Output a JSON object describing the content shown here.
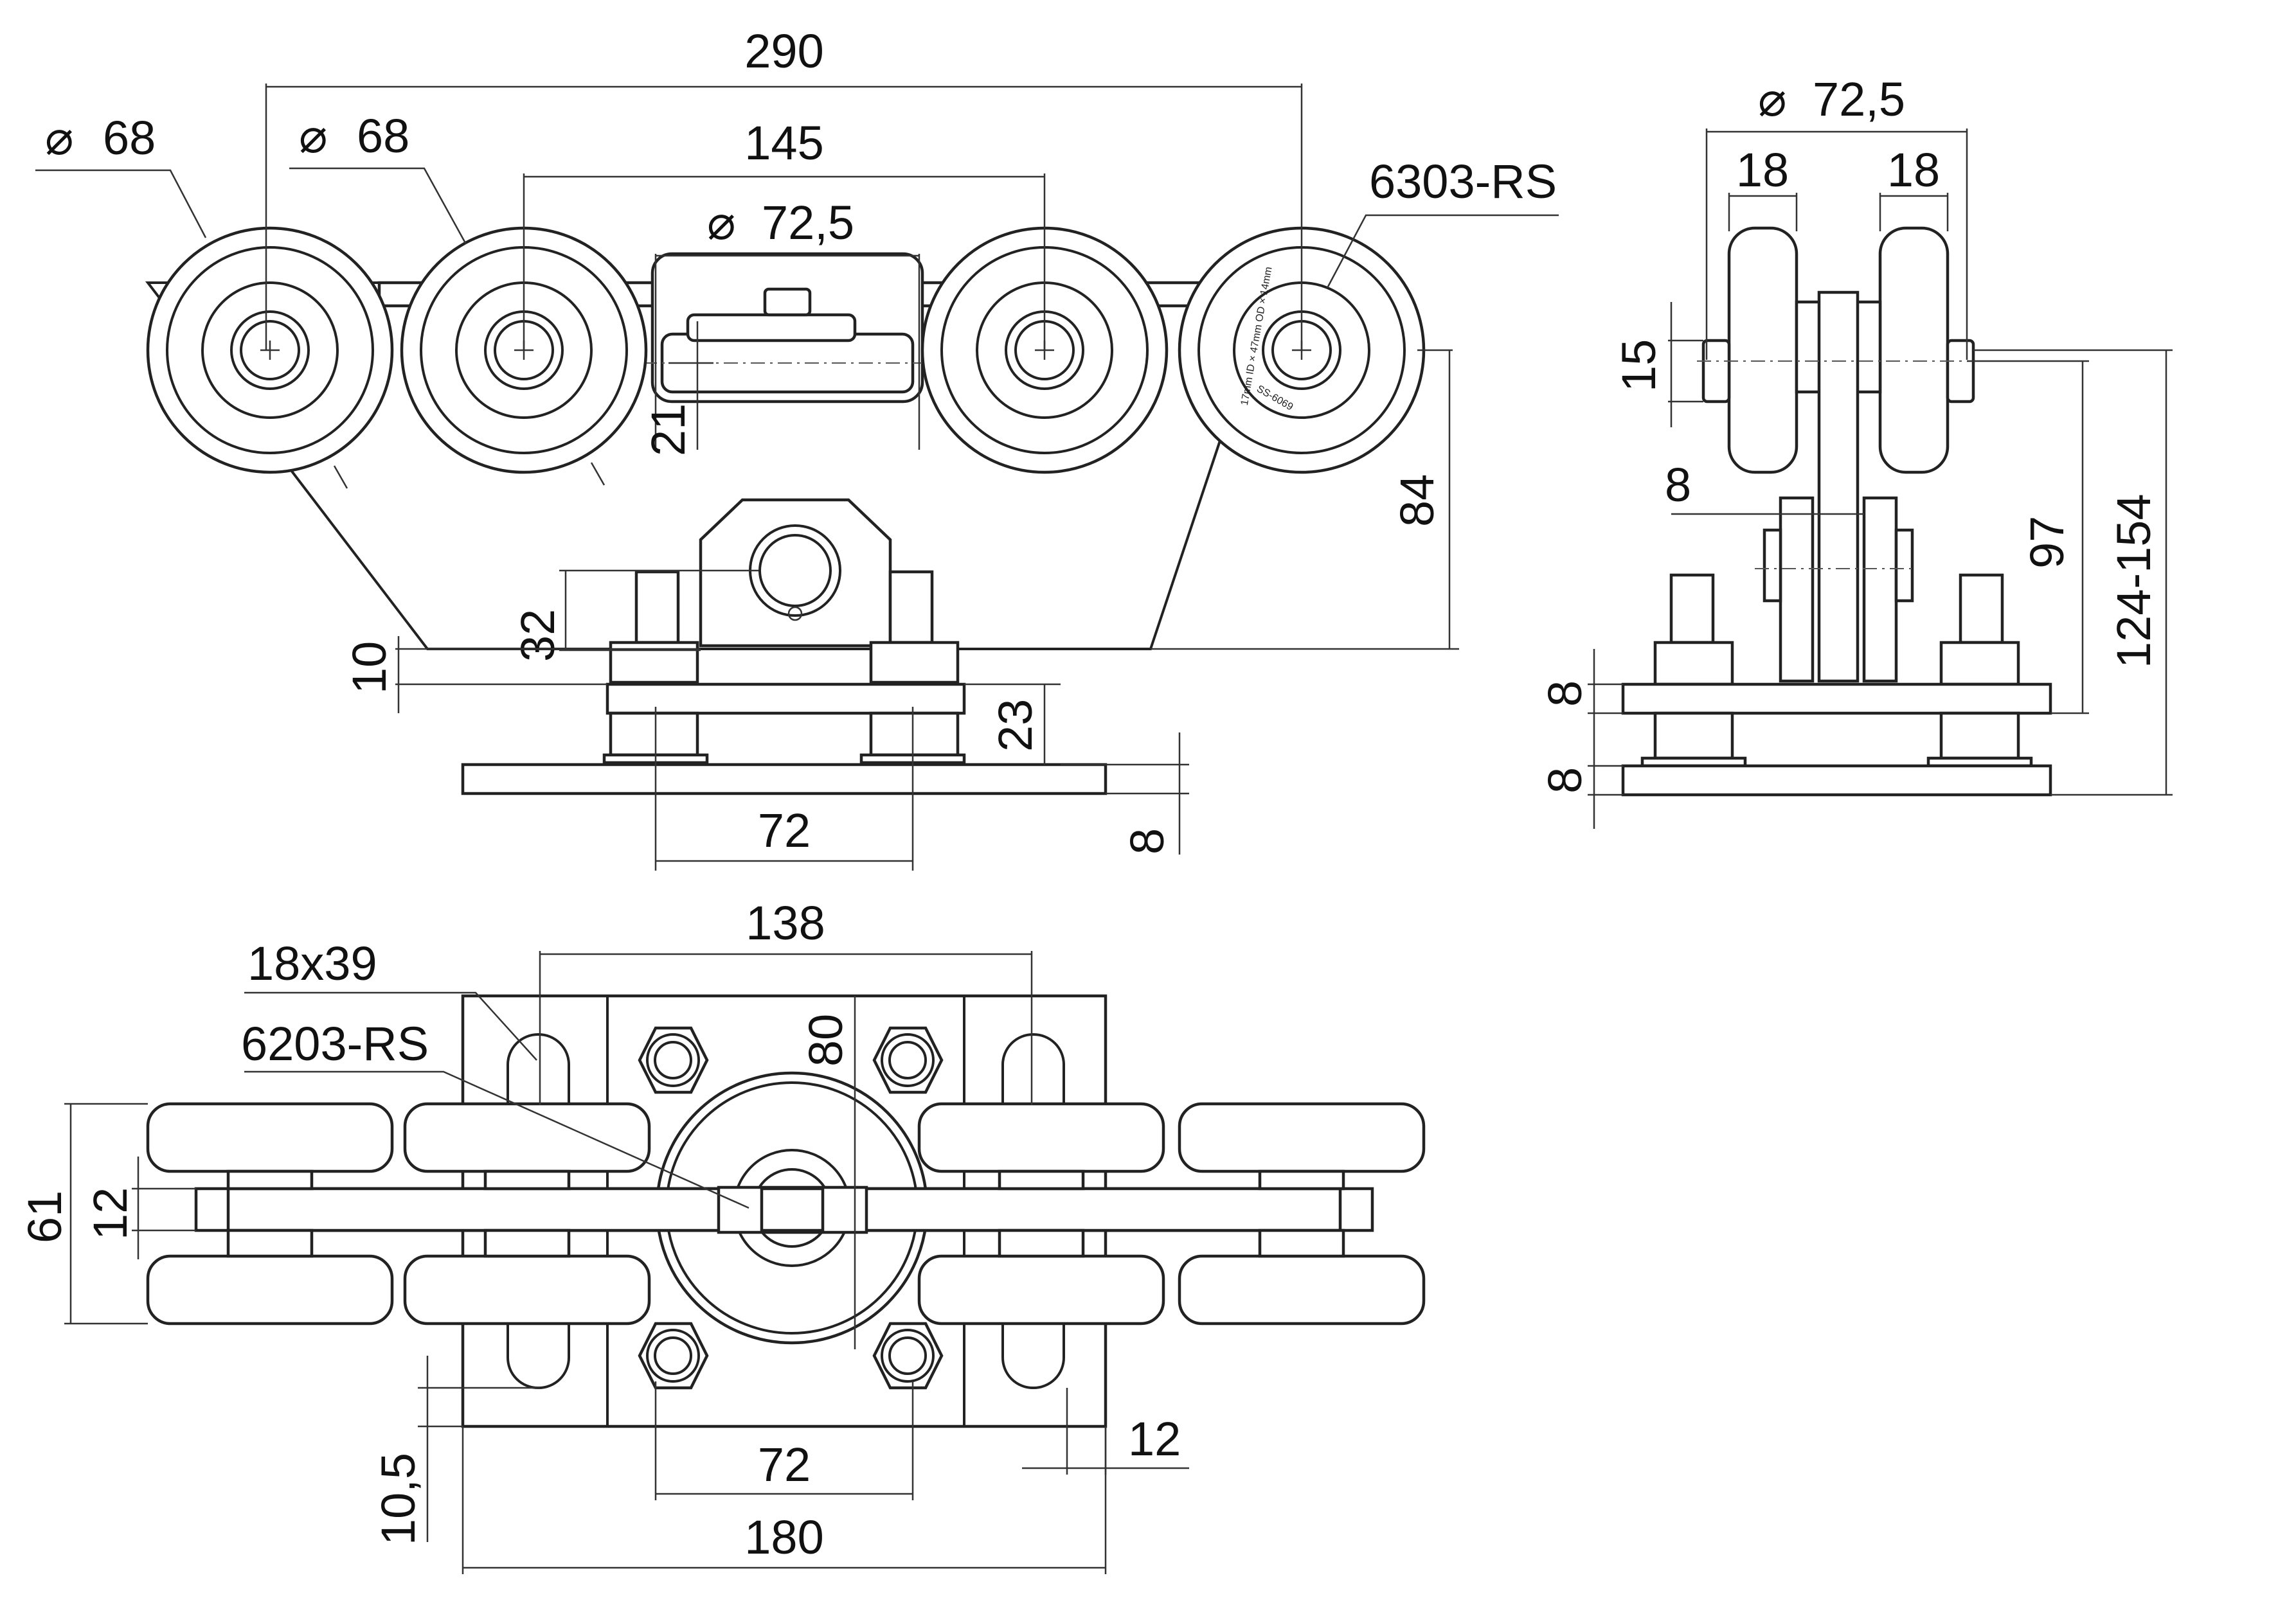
{
  "dimensions": {
    "top_dia_left": "68",
    "top_dia_second": "68",
    "top_overall_290": "290",
    "top_span_145": "145",
    "top_dia_center": "72,5",
    "top_bearing": "6303-RS",
    "top_21": "21",
    "top_84": "84",
    "top_32": "32",
    "top_10": "10",
    "top_23": "23",
    "top_72": "72",
    "top_8": "8",
    "side_dia": "72,5",
    "side_18_left": "18",
    "side_18_right": "18",
    "side_15": "15",
    "side_8_gap": "8",
    "side_97": "97",
    "side_range": "124-154",
    "side_8_plate_upper": "8",
    "side_8_plate_lower": "8",
    "plan_138": "138",
    "plan_slot": "18x39",
    "plan_bearing": "6203-RS",
    "plan_80": "80",
    "plan_61": "61",
    "plan_12_left": "12",
    "plan_12_right": "12",
    "plan_72": "72",
    "plan_10_5": "10,5",
    "plan_180": "180"
  },
  "wheel_print": {
    "outer": "17mm ID × 47mm OD × 14mm",
    "inner": "SS-6069"
  },
  "symbols": {
    "diameter": "⌀"
  },
  "colors": {
    "line": "#222222",
    "background": "#ffffff"
  }
}
